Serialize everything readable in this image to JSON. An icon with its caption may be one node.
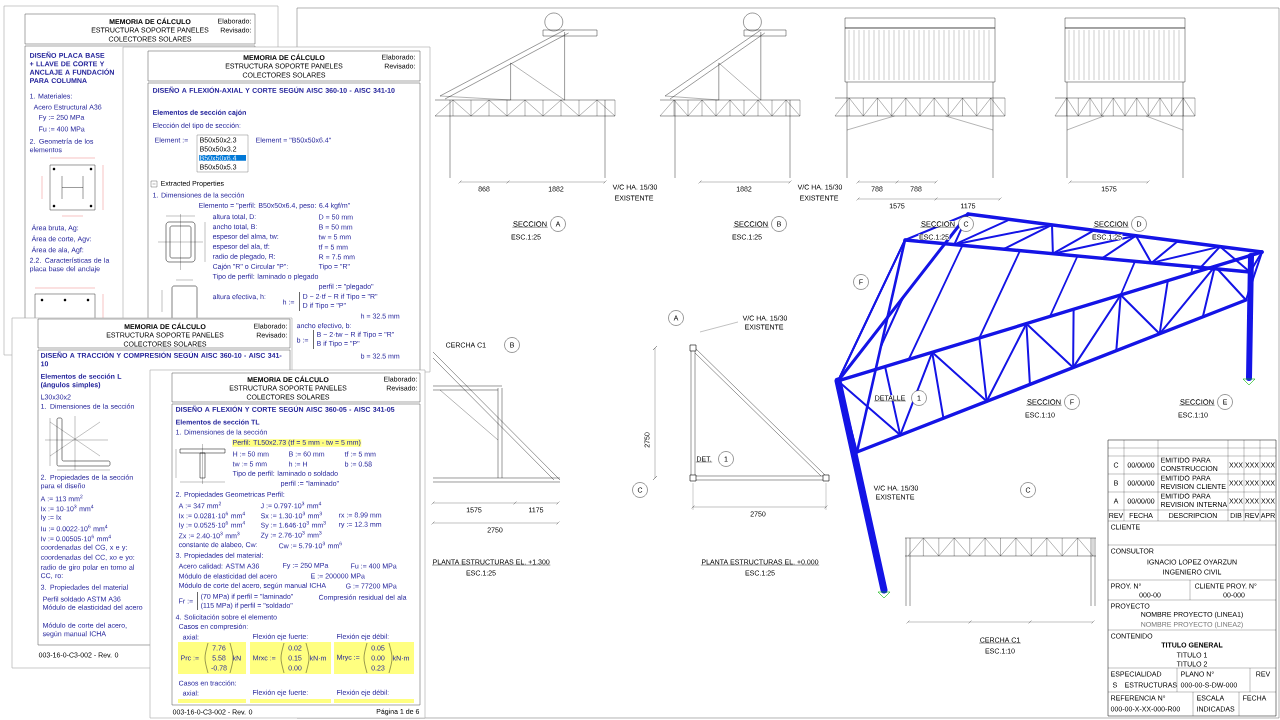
{
  "diagram": {
    "labels": [
      "MEMORIA DE CÁLCULO",
      "ESTRUCTURA SOPORTE PANELES",
      "COLECTORES SOLARES",
      "Elaborado:",
      "Revisado:",
      "DISEÑO PLACA BASE + LLAVE DE CORTE Y ANCLAJE A FUNDACIÓN PARA COLUMNA",
      "1. Materiales:",
      "Acero Estructural A36",
      "Fy := 250 MPa",
      "Fu := 400 MPa",
      "2. Geometría de los elementos",
      "Área bruta, Ag:",
      "Área de corte, Agv:",
      "Área de ala, Agf:",
      "2.2. Características de la placa base del anclaje",
      "MEMORIA DE CÁLCULO",
      "ESTRUCTURA SOPORTE PANELES",
      "COLECTORES SOLARES",
      "Elaborado:",
      "Revisado:",
      "DISEÑO A FLEXIÓN-AXIAL Y CORTE SEGÚN AISC 360-10 - AISC 341-10",
      "Elementos de sección cajón",
      "Elección del tipo de sección:",
      "Element :=",
      "B50x50x2.3",
      "Element = \"B50x50x6.4\"",
      "B50x50x3.2",
      "B50x50x6.4",
      "B50x50x5.3",
      "Extracted Properties",
      "1. Dimensiones de la sección",
      "Elemento = \"perfil: B50x50x6.4, peso: 6.4 kgf/m\"",
      "altura total, D:",
      "D = 50 mm",
      "ancho total, B:",
      "B = 50 mm",
      "espesor del alma, tw:",
      "tw = 5 mm",
      "espesor del ala, tf:",
      "tf = 5 mm",
      "radio de plegado, R:",
      "R = 7.5 mm",
      "Cajón \"R\" o Circular \"P\":",
      "Tipo = \"R\"",
      "Tipo de perfil: laminado o plegado",
      "perfil := \"plegado\"",
      "altura efectiva, h:",
      "h :=",
      "D − 2·tf − R if Tipo = \"R\"",
      "D if Tipo = \"P\"",
      "h = 32.5 mm",
      "ancho efectivo, b:",
      "b :=",
      "B − 2·tw − R if Tipo = \"R\"",
      "B if Tipo = \"P\"",
      "b = 32.5 mm",
      "MEMORIA DE CÁLCULO",
      "ESTRUCTURA SOPORTE PANELES",
      "COLECTORES SOLARES",
      "Elaborado:",
      "Revisado:",
      "DISEÑO A TRACCIÓN Y COMPRESIÓN SEGÚN AISC 360-10 - AISC 341-10",
      "Elementos de sección L (ángulos simples)",
      "L30x30x2",
      "1. Dimensiones de la sección",
      "2. Propiedades de la sección para el diseño",
      "A := 113 mm$^{2}$",
      "Ix := 10·10$^{3}$ mm$^{4}$",
      "Iy := Ix",
      "Iu := 0.0022·10$^{6}$ mm$^{4}$",
      "Iv := 0.00505·10$^{6}$ mm$^{4}$",
      "coordenadas del CG, x e y:",
      "coordenadas del CC, xo e yo:",
      "radio de giro polar en torno al CC, ro:",
      "3. Propiedades del material",
      "Perfil soldado ASTM A36",
      "Módulo de elasticidad del acero",
      "Módulo de corte del acero, según manual ICHA",
      "003-16-0-C3-002 - Rev. 0",
      "MEMORIA DE CÁLCULO",
      "ESTRUCTURA SOPORTE PANELES",
      "COLECTORES SOLARES",
      "Elaborado:",
      "Revisado:",
      "DISEÑO A FLEXIÓN Y CORTE SEGÚN AISC 360-05 - AISC 341-05",
      "Elementos de sección TL",
      "1. Dimensiones de la sección",
      "Perfil: TL50x2.73 (tf = 5 mm - tw = 5 mm)",
      "H := 50 mm",
      "B := 60 mm",
      "tf := 5 mm",
      "tw := 5 mm",
      "h := H",
      "b := 0.58",
      "Tipo de perfil: laminado o soldado",
      "perfil := \"laminado\"",
      "2. Propiedades Geometricas Perfil:",
      "A := 347 mm$^{2}$",
      "J := 0.797·10$^{3}$ mm$^{4}$",
      "Ix := 0.0281·10$^{6}$ mm$^{4}$",
      "Sx := 1.30·10$^{3}$ mm$^{3}$",
      "rx := 8.99 mm",
      "Iy := 0.0525·10$^{6}$ mm$^{4}$",
      "Sy := 1.646·10$^{3}$ mm$^{3}$",
      "ry := 12.3 mm",
      "Zx := 2.40·10$^{3}$ mm$^{3}$",
      "Zy := 2.76·10$^{3}$ mm$^{3}$",
      "constante de alabeo, Cw:",
      "Cw := 5.79·10$^{3}$ mm$^{6}$",
      "3. Propiedades del material:",
      "Acero calidad: ASTM A36",
      "Fy := 250 MPa",
      "Fu := 400 MPa",
      "Módulo de elasticidad del acero",
      "E := 200000 MPa",
      "Módulo de corte del acero, según manual ICHA",
      "G := 77200 MPa",
      "Fr :=",
      "(70 MPa) if perfil = \"laminado\"",
      "(115 MPa) if perfil = \"soldado\"",
      "Compresión residual del ala",
      "4. Solicitación sobre el elemento",
      "Casos en compresión:",
      "axial:",
      "Flexión eje fuerte:",
      "Flexión eje débil:",
      "Prc :=",
      "7.76",
      "5.58",
      "-0.78",
      "kN",
      "Mrxc :=",
      "0.02",
      "0.15",
      "0.00",
      "kN·m",
      "Mryc :=",
      "0.05",
      "0.00",
      "0.23",
      "kN·m",
      "Casos en tracción:",
      "axial:",
      "Flexión eje fuerte:",
      "Flexión eje débil:",
      "003-16-0-C3-002 - Rev. 0",
      "Página 1 de 6",
      "868",
      "1882",
      "V/C HA. 15/30",
      "1882",
      "V/C HA. 15/30",
      "788",
      "788",
      "1575",
      "EXISTENTE",
      "EXISTENTE",
      "1575",
      "1175",
      "SECCION",
      "A",
      "SECCION",
      "B",
      "SECCION",
      "C",
      "SECCION",
      "D",
      "ESC.1:25",
      "ESC.1:25",
      "ESC.1:25",
      "ESC.1:25",
      "F",
      "A",
      "V/C HA. 15/30",
      "EXISTENTE",
      "CERCHA C1",
      "B",
      "DETALLE",
      "1",
      "SECCION",
      "F",
      "SECCION",
      "E",
      "ESC.1:10",
      "ESC.1:10",
      "2750",
      "DET.",
      "1",
      "C",
      "V/C HA. 15/30",
      "EXISTENTE",
      "C",
      "1575",
      "1175",
      "2750",
      "2750",
      "PLANTA ESTRUCTURAS EL. +1.300",
      "PLANTA ESTRUCTURAS EL. +0.000",
      "ESC.1:25",
      "ESC.1:25",
      "CERCHA C1",
      "ESC.1:10",
      "C",
      "00/00/00",
      "EMITIDO PARA CONSTRUCCION",
      "XXX",
      "XXX",
      "XXX",
      "B",
      "00/00/00",
      "EMITIDO PARA REVISION CLIENTE",
      "XXX",
      "XXX",
      "XXX",
      "A",
      "00/00/00",
      "EMITIDO PARA REVISION INTERNA",
      "XXX",
      "XXX",
      "XXX",
      "REV",
      "FECHA",
      "DESCRIPCION",
      "DIB",
      "REV",
      "APR",
      "CLIENTE",
      "CONSULTOR",
      "IGNACIO LOPEZ OYARZUN",
      "INGENIERO CIVIL",
      "PROY. N°",
      "000-00",
      "CLIENTE PROY. N°",
      "00-000",
      "PROYECTO",
      "NOMBRE PROYECTO (LINEA1)",
      "NOMBRE PROYECTO (LINEA2)",
      "CONTENIDO",
      "TITULO GENERAL",
      "TITULO 1",
      "TITULO 2",
      "ESPECIALIDAD",
      "S",
      "ESTRUCTURAS",
      "PLANO N°",
      "000-00-S-DW-000",
      "REV",
      "REFERENCIA N°",
      "000-00-X-XX-000-R00",
      "ESCALA",
      "INDICADAS",
      "FECHA"
    ]
  }
}
